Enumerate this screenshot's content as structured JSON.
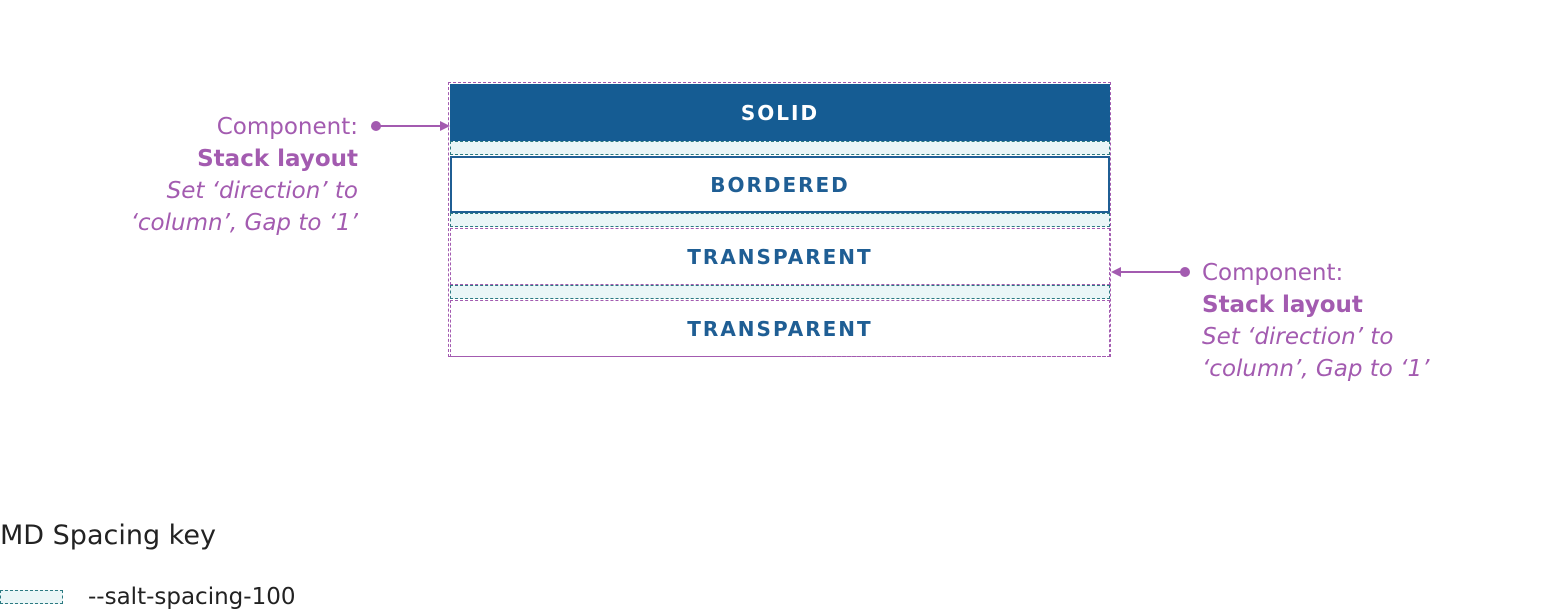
{
  "stack": {
    "buttons": [
      {
        "label": "SOLID",
        "variant": "solid"
      },
      {
        "label": "BORDERED",
        "variant": "bordered"
      },
      {
        "label": "TRANSPARENT",
        "variant": "transparent"
      },
      {
        "label": "TRANSPARENT",
        "variant": "transparent"
      }
    ]
  },
  "callouts": {
    "left": {
      "component_label": "Component:",
      "component_name": "Stack layout",
      "description": "Set ‘direction’ to\n‘column’, Gap to ‘1’"
    },
    "right": {
      "component_label": "Component:",
      "component_name": "Stack layout",
      "description": "Set ‘direction’ to\n‘column’, Gap to ‘1’"
    }
  },
  "spacing_key": {
    "title": "MD Spacing key",
    "items": [
      {
        "label": "--salt-spacing-100"
      }
    ]
  },
  "colors": {
    "primary_blue": "#155c93",
    "annotation_purple": "#a35bb0",
    "spacing_teal": "#2b7a82",
    "spacing_fill": "#eaf6f7"
  }
}
